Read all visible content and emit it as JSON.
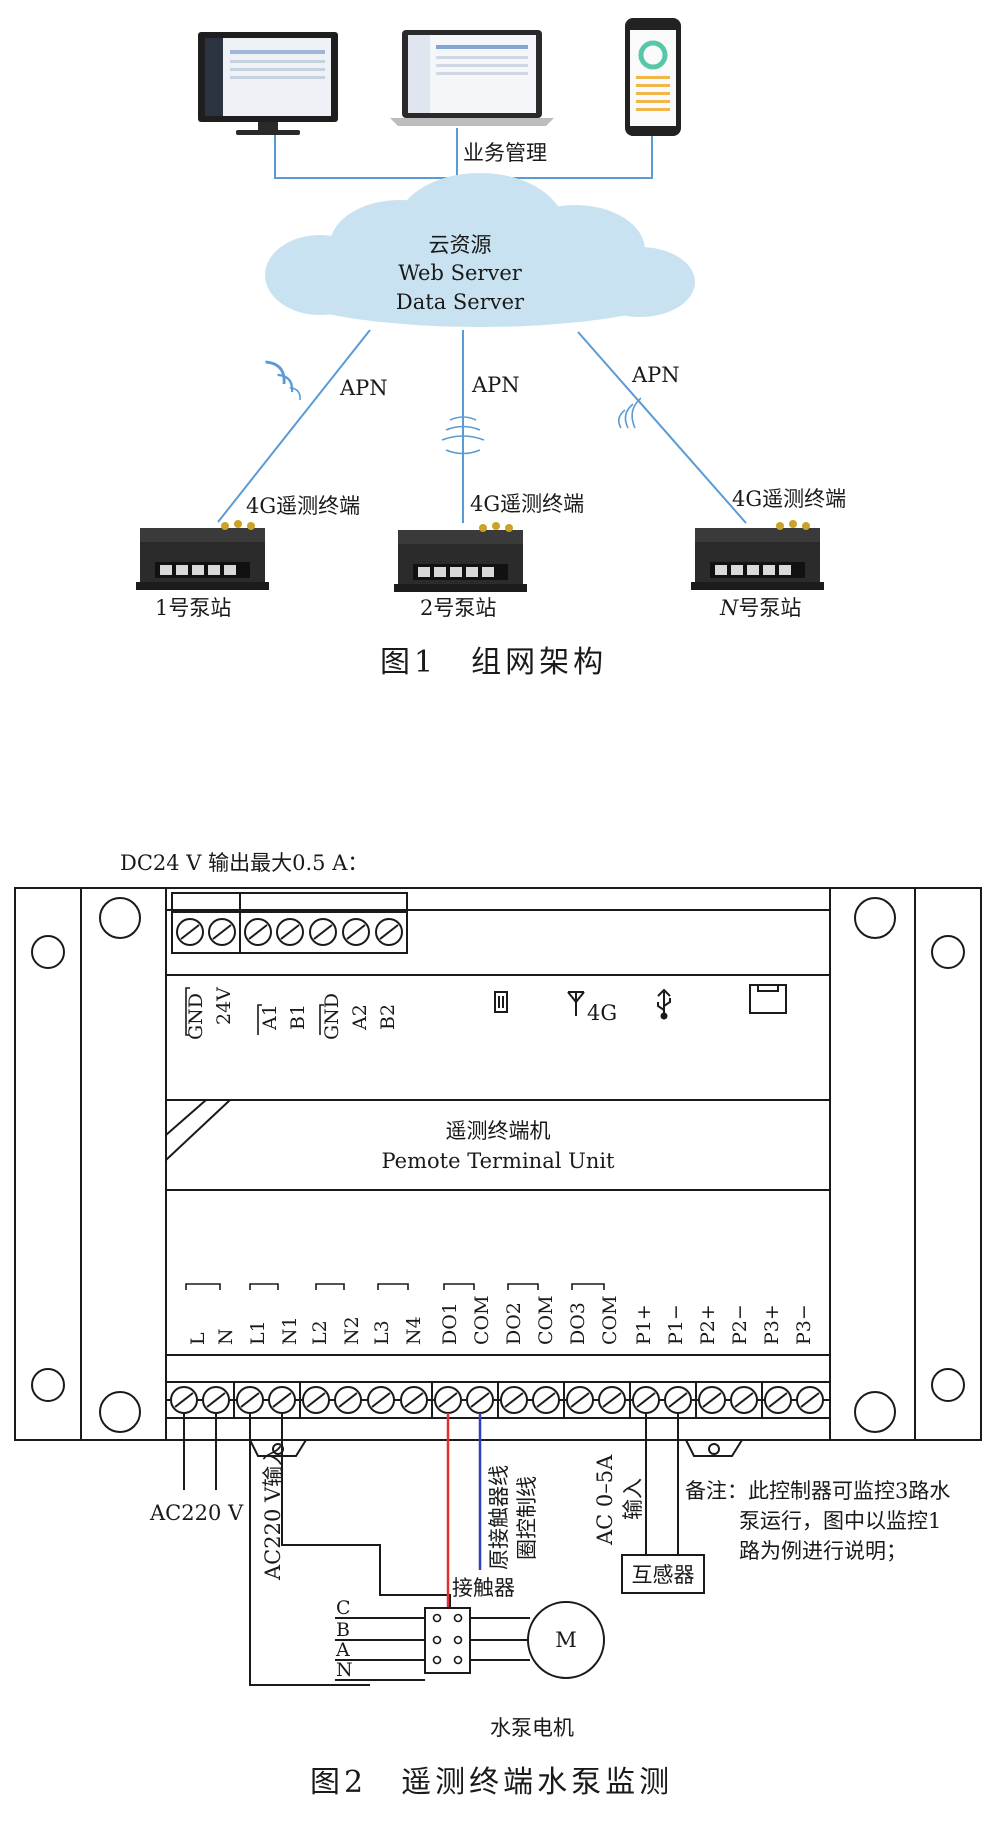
{
  "figure1": {
    "business_label": "业务管理",
    "cloud": {
      "line1": "云资源",
      "line2": "Web Server",
      "line3": "Data Server"
    },
    "apn_label": "APN",
    "terminal_label": "4G遥测终端",
    "stations": [
      {
        "prefix": "1",
        "suffix": "号泵站"
      },
      {
        "prefix": "2",
        "suffix": "号泵站"
      },
      {
        "prefix": "N",
        "suffix": "号泵站"
      }
    ],
    "caption": "图1　组网架构"
  },
  "figure2": {
    "dc_note": "DC24 V 输出最大0.5 A：",
    "top_terminals": [
      "GND",
      "24V",
      "A1",
      "B1",
      "GND",
      "A2",
      "B2"
    ],
    "port_4g": "4G",
    "title_cn": "遥测终端机",
    "title_en": "Pemote Terminal Unit",
    "bottom_terminals": [
      "L",
      "N",
      "L1",
      "N1",
      "L2",
      "N2",
      "L3",
      "N4",
      "DO1",
      "COM",
      "DO2",
      "COM",
      "DO3",
      "COM",
      "P1+",
      "P1−",
      "P2+",
      "P2−",
      "P3+",
      "P3−"
    ],
    "ac220": "AC220 V",
    "ac220_input": "AC220 V输入",
    "coil_line1": "原接触器线",
    "coil_line2": "圈控制线",
    "ac_range": "AC 0–5A",
    "input_label": "输入",
    "contactor": "接触器",
    "transformer": "互感器",
    "note_line1": "备注：此控制器可监控3路水",
    "note_line2": "泵运行，图中以监控1",
    "note_line3": "路为例进行说明；",
    "phases": [
      "C",
      "B",
      "A",
      "N"
    ],
    "motor": "M",
    "motor_label": "水泵电机",
    "caption": "图2　遥测终端水泵监测"
  },
  "colors": {
    "link_blue": "#5b9bd5",
    "cloud_fill": "#c9e2f1",
    "wire_red": "#e03030",
    "wire_blue": "#2f3fc0"
  }
}
